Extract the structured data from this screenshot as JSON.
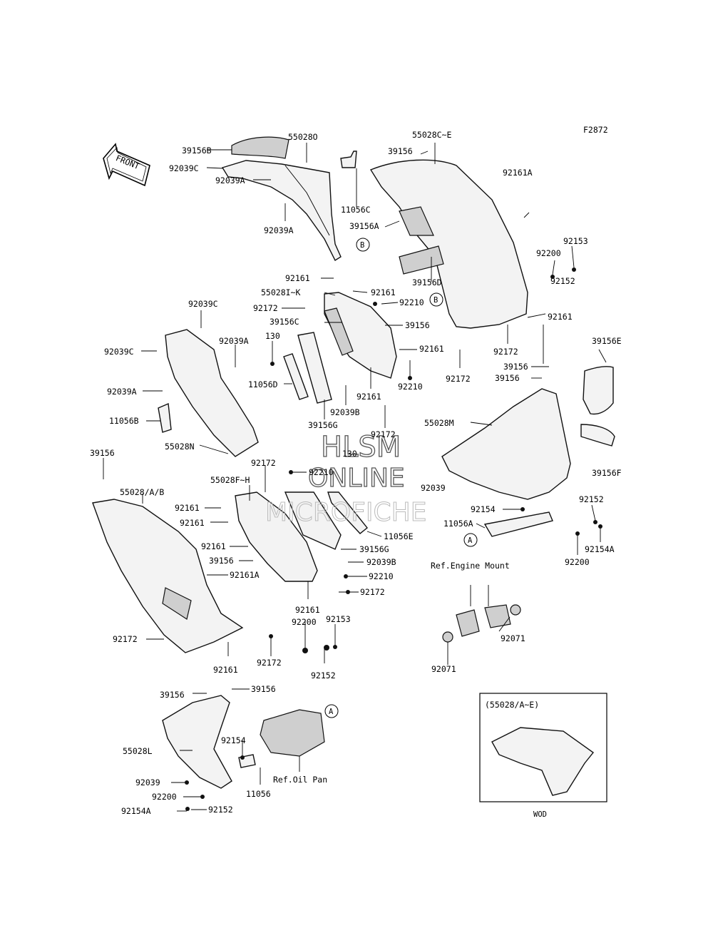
{
  "figure_code": "F2872",
  "front_label": "FRONT",
  "watermark": {
    "line1": "HLSM",
    "line2": "ONLINE",
    "line3": "MICROFICHE"
  },
  "refs": {
    "engine_mount": "Ref.Engine Mount",
    "oil_pan": "Ref.Oil Pan"
  },
  "callouts": {
    "a": "A",
    "b": "B"
  },
  "inset": {
    "title": "(55028/A~E)",
    "caption": "WOD"
  },
  "labels": {
    "l_39156B": "39156B",
    "l_55028O": "55028O",
    "l_92039C_top": "92039C",
    "l_92039A_top1": "92039A",
    "l_92039A_top2": "92039A",
    "l_11056C": "11056C",
    "l_39156_top": "39156",
    "l_55028CE": "55028C~E",
    "l_39156A": "39156A",
    "l_92161A_top": "92161A",
    "l_92153_right": "92153",
    "l_92200_right": "92200",
    "l_92152_right": "92152",
    "l_39156D": "39156D",
    "l_92161_mid1": "92161",
    "l_55028IK": "55028I~K",
    "l_92161_mid2": "92161",
    "l_92172_mid1": "92172",
    "l_92210_mid1": "92210",
    "l_39156C": "39156C",
    "l_39156_mid": "39156",
    "l_92161_right": "92161",
    "l_92039C_left": "92039C",
    "l_92039C_left2": "92039C",
    "l_92039A_left": "92039A",
    "l_130_left": "130",
    "l_92161_mid3": "92161",
    "l_92172_mid2": "92172",
    "l_92172_mid3": "92172",
    "l_39156_right1": "39156",
    "l_39156_right2": "39156",
    "l_39156E": "39156E",
    "l_11056D": "11056D",
    "l_92210_mid2": "92210",
    "l_92039A_left2": "92039A",
    "l_92161_mid4": "92161",
    "l_92039B_mid": "92039B",
    "l_11056B": "11056B",
    "l_39156G_mid": "39156G",
    "l_92172_mid4": "92172",
    "l_55028M": "55028M",
    "l_55028N": "55028N",
    "l_130_mid": "130",
    "l_39156_farleft": "39156",
    "l_92172_low1": "92172",
    "l_92210_low1": "92210",
    "l_55028FH": "55028F~H",
    "l_92039_right": "92039",
    "l_39156F": "39156F",
    "l_55028AB": "55028/A/B",
    "l_92161_low1": "92161",
    "l_92154_right": "92154",
    "l_92152_right2": "92152",
    "l_11056A": "11056A",
    "l_92161_low2": "92161",
    "l_11056E": "11056E",
    "l_92154A_right": "92154A",
    "l_92161_low3": "92161",
    "l_39156G_low": "39156G",
    "l_92200_right2": "92200",
    "l_39156_low1": "39156",
    "l_92039B_low": "92039B",
    "l_92161A_low": "92161A",
    "l_92210_low2": "92210",
    "l_92172_low2": "92172",
    "l_92161_low4": "92161",
    "l_92200_low": "92200",
    "l_92153_low": "92153",
    "l_92172_low3": "92172",
    "l_92071_right": "92071",
    "l_92172_low4": "92172",
    "l_92161_low5": "92161",
    "l_92152_low": "92152",
    "l_92071_left": "92071",
    "l_39156_low2": "39156",
    "l_39156_low3": "39156",
    "l_92154_low": "92154",
    "l_55028L": "55028L",
    "l_11056_low": "11056",
    "l_92039_low": "92039",
    "l_92200_low2": "92200",
    "l_92152_low2": "92152",
    "l_92154A_low": "92154A"
  }
}
